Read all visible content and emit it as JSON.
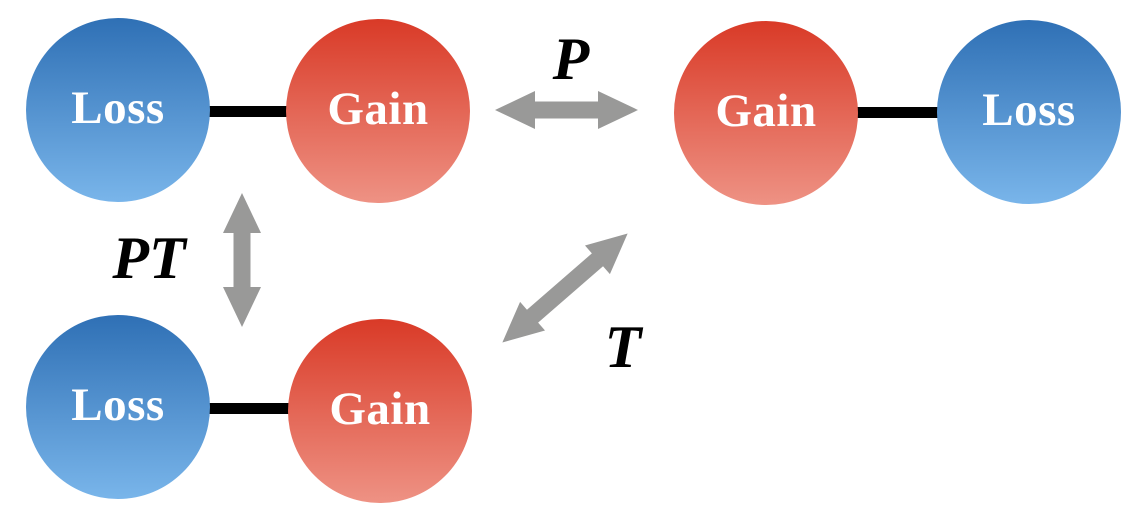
{
  "diagram": {
    "background": "#ffffff",
    "dimers": [
      {
        "id": "top-left",
        "nodes": [
          {
            "label": "Loss",
            "type": "loss"
          },
          {
            "label": "Gain",
            "type": "gain"
          }
        ]
      },
      {
        "id": "top-right",
        "nodes": [
          {
            "label": "Gain",
            "type": "gain"
          },
          {
            "label": "Loss",
            "type": "loss"
          }
        ]
      },
      {
        "id": "bottom-left",
        "nodes": [
          {
            "label": "Loss",
            "type": "loss"
          },
          {
            "label": "Gain",
            "type": "gain"
          }
        ]
      }
    ],
    "operators": [
      {
        "label": "P",
        "connects": [
          "top-left",
          "top-right"
        ],
        "orientation": "horizontal"
      },
      {
        "label": "PT",
        "connects": [
          "top-left",
          "bottom-left"
        ],
        "orientation": "vertical"
      },
      {
        "label": "T",
        "connects": [
          "bottom-left",
          "top-right"
        ],
        "orientation": "diagonal"
      }
    ],
    "colors": {
      "loss_gradient_top": "#2f70b5",
      "loss_gradient_bottom": "#79b5ea",
      "gain_gradient_top": "#d93a27",
      "gain_gradient_bottom": "#ee9284",
      "connector": "#000000",
      "arrow": "#999998",
      "node_text": "#ffffff",
      "operator_text": "#000000"
    }
  }
}
